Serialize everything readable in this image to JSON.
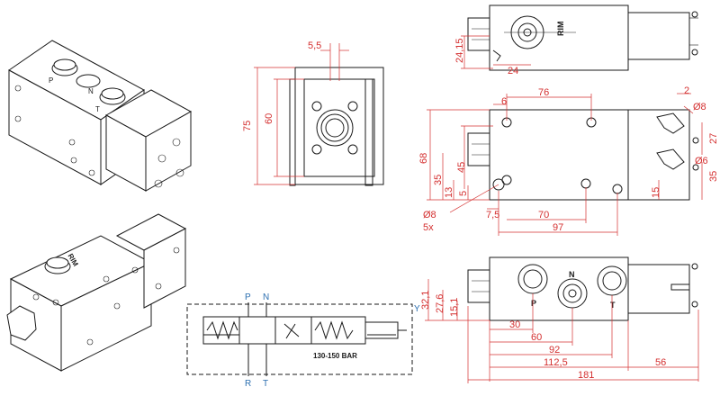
{
  "front_view": {
    "dim_top": "5,5",
    "dim_left_outer": "75",
    "dim_left_inner": "60"
  },
  "top_right_view": {
    "brand": "RIM",
    "dim_height": "24,15",
    "dim_width": "24"
  },
  "middle_right_view": {
    "dim_6": "6",
    "dim_76": "76",
    "dim_2": "2",
    "dim_dia8_top": "Ø8",
    "dim_68": "68",
    "dim_35_left": "35",
    "dim_45": "45",
    "dim_13": "13",
    "dim_5": "5",
    "dim_27": "27",
    "dim_dia6": "Ø6",
    "dim_35_right": "35",
    "dim_15": "15",
    "dim_dia8": "Ø8",
    "dim_5x": "5x",
    "dim_7_5": "7,5",
    "dim_70": "70",
    "dim_97": "97"
  },
  "bottom_right_view": {
    "port_P": "P",
    "port_N": "N",
    "port_T": "T",
    "dim_32_1": "32,1",
    "dim_27_6": "27,6",
    "dim_15_1": "15,1",
    "dim_30": "30",
    "dim_60": "60",
    "dim_92": "92",
    "dim_112_5": "112,5",
    "dim_56": "56",
    "dim_181": "181"
  },
  "schematic": {
    "label_P": "P",
    "label_N": "N",
    "label_R": "R",
    "label_T": "T",
    "label_Y": "Y",
    "pressure": "130-150 BAR"
  },
  "iso_views": {
    "top_ports": [
      "P",
      "N",
      "T"
    ],
    "bottom_brand": "RIM"
  },
  "colors": {
    "dimension": "#d43030",
    "port_label": "#2c6fb0",
    "line": "#1a1a1a"
  }
}
